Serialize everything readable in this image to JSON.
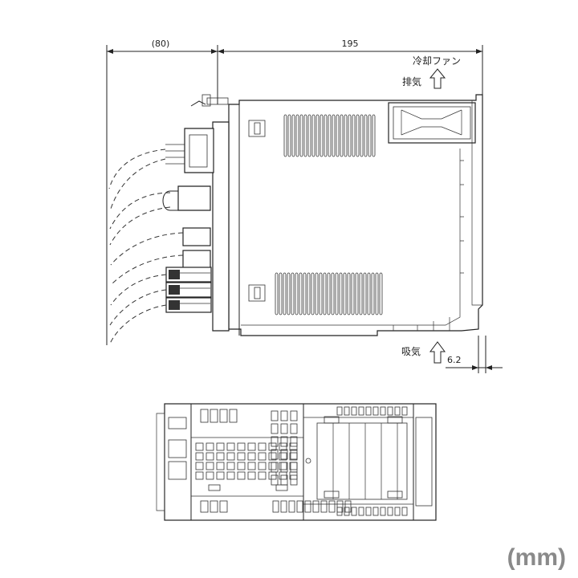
{
  "dimensions": {
    "cable_depth": "(80)",
    "unit_depth": "195",
    "rail_offset": "6.2"
  },
  "airflow": {
    "fan_label": "冷却ファン",
    "exhaust_label": "排気",
    "intake_label": "吸気"
  },
  "unit_label": "(mm)"
}
